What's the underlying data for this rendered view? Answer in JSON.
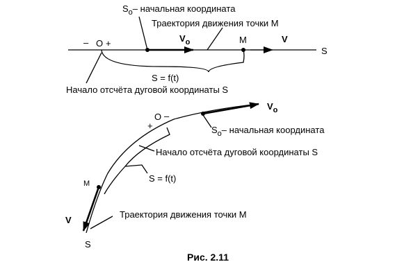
{
  "top": {
    "s0_main": "S",
    "s0_sub": "o",
    "s0_text": "– начальная координата",
    "trajectory": "Траектория движения точки М",
    "v0_main": "V",
    "v0_sub": "o",
    "minus": "–",
    "origin": "O",
    "plus": "+",
    "point_m": "M",
    "v": "V",
    "s_axis": "S",
    "sf": "S = f(t)",
    "origin_note": "Начало отсчёта дуговой координаты S"
  },
  "bottom": {
    "v0_main": "V",
    "v0_sub": "o",
    "plus": "+",
    "origin": "O",
    "minus": "–",
    "s0_main": "S",
    "s0_sub": "o",
    "s0_text": "– начальная координата",
    "origin_note": "Начало отсчёта дуговой координаты S",
    "point_m": "M",
    "sf": "S = f(t)",
    "v": "V",
    "trajectory": "Траектория движения точки М",
    "s_axis": "S"
  },
  "caption": "Рис. 2.11"
}
